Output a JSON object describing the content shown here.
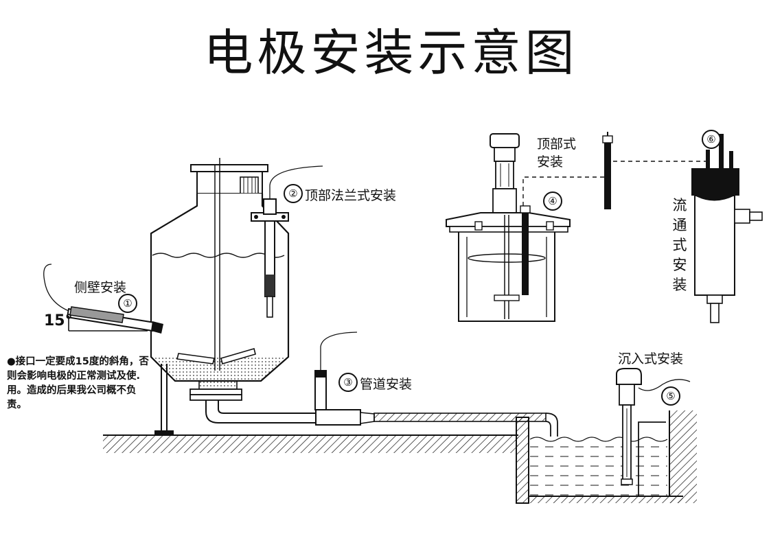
{
  "title": "电极安装示意图",
  "labels": {
    "side_wall": "侧壁安装",
    "top_flange": "顶部法兰式安装",
    "pipeline": "管道安装",
    "top_type": "顶部式安装",
    "flow_through": "流通式安装",
    "immersion": "沉入式安装",
    "angle": "15°"
  },
  "markers": {
    "m1": "①",
    "m2": "②",
    "m3": "③",
    "m4": "④",
    "m5": "⑤",
    "m6": "⑥"
  },
  "note": "●接口一定要成15度的斜角，否则会影响电极的正常测试及使.用。造成的后果我公司概不负责。"
}
